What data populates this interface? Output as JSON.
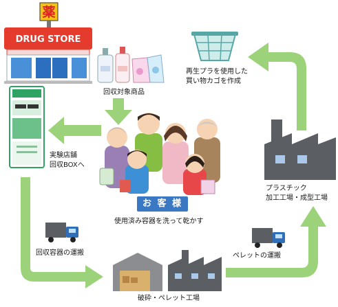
{
  "store": {
    "kanji_sign": "薬",
    "sign_text": "DRUG STORE"
  },
  "labels": {
    "products": "回収対象商品",
    "store_box_line1": "実験店舗",
    "store_box_line2": "回収BOXへ",
    "customer_badge": "お 客 様",
    "washing": "使用済み容器を洗って乾かす",
    "transport_containers": "回収容器の運搬",
    "crushing_factory": "破砕・ペレット工場",
    "pellet_transport": "ペレットの運搬",
    "plastic_factory_line1": "プラスチック",
    "plastic_factory_line2": "加工工場・成型工場",
    "basket_line1": "再生プラを使用した",
    "basket_line2": "買い物カゴを作成"
  },
  "colors": {
    "arrow": "#9cd37a",
    "factory": "#5b5e63",
    "factory_window": "#a9c8ea",
    "badge": "#3a78c4",
    "truck": "#2f6fb9",
    "basket": "#57a7a6"
  }
}
